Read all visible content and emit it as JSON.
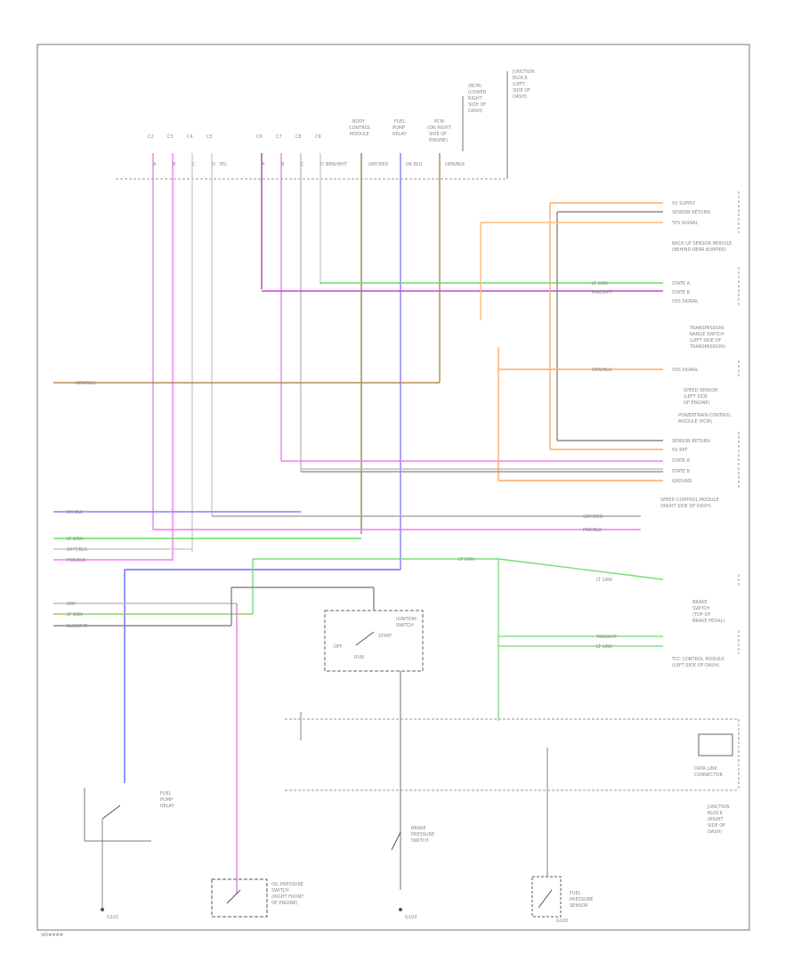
{
  "footer": {
    "code": "W0####"
  },
  "top_right_block": {
    "lines": [
      "JUNCTION",
      "BLOCK",
      "(LEFT",
      "SIDE OF",
      "DASH)"
    ]
  },
  "top_right_block_2": {
    "lines": [
      "(BCM)",
      "(LOWER",
      "RIGHT",
      "SIDE OF",
      "DASH)"
    ]
  },
  "top_connector_pins": [
    "C2",
    "C3",
    "C4",
    "C5",
    "C6",
    "C7",
    "C8",
    "C9"
  ],
  "top_connector_pin_letters": [
    "A",
    "B",
    "C",
    "D",
    "A",
    "B",
    "C",
    "D"
  ],
  "top_components": [
    {
      "lines": [
        "BODY",
        "CONTROL",
        "MODULE"
      ]
    },
    {
      "lines": [
        "FUEL",
        "PUMP",
        "RELAY"
      ]
    },
    {
      "lines": [
        "PCM",
        "(ON RIGHT",
        "SIDE OF",
        "ENGINE)"
      ]
    }
  ],
  "wire_color_labels": [
    "PNK/BLK",
    "BRN/WHT",
    "WHT/BLK",
    "GRY/RED",
    "PNK/WHT",
    "DK BLU",
    "LT GRN",
    "ORN/BLK",
    "TAN/WHT",
    "YEL",
    "BLK/WHT",
    "GRY"
  ],
  "right_modules": [
    {
      "lines": [
        "BACK UP SENSOR MODULE",
        "(BEHIND REAR BUMPER)"
      ]
    },
    {
      "lines": [
        "TRANSMISSION",
        "RANGE SWITCH",
        "(LEFT SIDE OF",
        "TRANSMISSION)"
      ]
    },
    {
      "lines": [
        "SPEED SENSOR",
        "(LEFT SIDE",
        "OF ENGINE)"
      ]
    },
    {
      "lines": [
        "POWERTRAIN CONTROL",
        "MODULE (PCM)"
      ]
    },
    {
      "lines": [
        "SPEED CONTROL MODULE",
        "(RIGHT SIDE OF DASH)"
      ]
    },
    {
      "lines": [
        "BRAKE",
        "SWITCH",
        "(TOP OF",
        "BRAKE PEDAL)"
      ]
    },
    {
      "lines": [
        "TCC CONTROL MODULE",
        "(LEFT SIDE OF DASH)"
      ]
    },
    {
      "lines": [
        "DATA LINK",
        "CONNECTOR"
      ]
    },
    {
      "lines": [
        "JUNCTION",
        "BLOCK",
        "(RIGHT",
        "SIDE OF",
        "DASH)"
      ]
    }
  ],
  "right_pin_labels": [
    "5V SUPPLY",
    "SENSOR RETURN",
    "TPS SIGNAL",
    "STATE A",
    "STATE B",
    "VSS SIGNAL",
    "5V REF",
    "GROUND"
  ],
  "bottom_components": [
    {
      "lines": [
        "FUEL",
        "PUMP",
        "RELAY"
      ]
    },
    {
      "lines": [
        "OIL PRESSURE",
        "SWITCH",
        "(RIGHT FRONT",
        "OF ENGINE)"
      ]
    },
    {
      "lines": [
        "BRAKE",
        "PRESSURE",
        "SWITCH"
      ]
    },
    {
      "lines": [
        "FUEL",
        "PRESSURE",
        "SENSOR"
      ]
    }
  ],
  "ground_labels": [
    "G101",
    "G103",
    "G105"
  ],
  "center_switch": {
    "lines": [
      "IGNITION",
      "SWITCH"
    ],
    "positions": [
      "OFF",
      "RUN",
      "START"
    ]
  }
}
